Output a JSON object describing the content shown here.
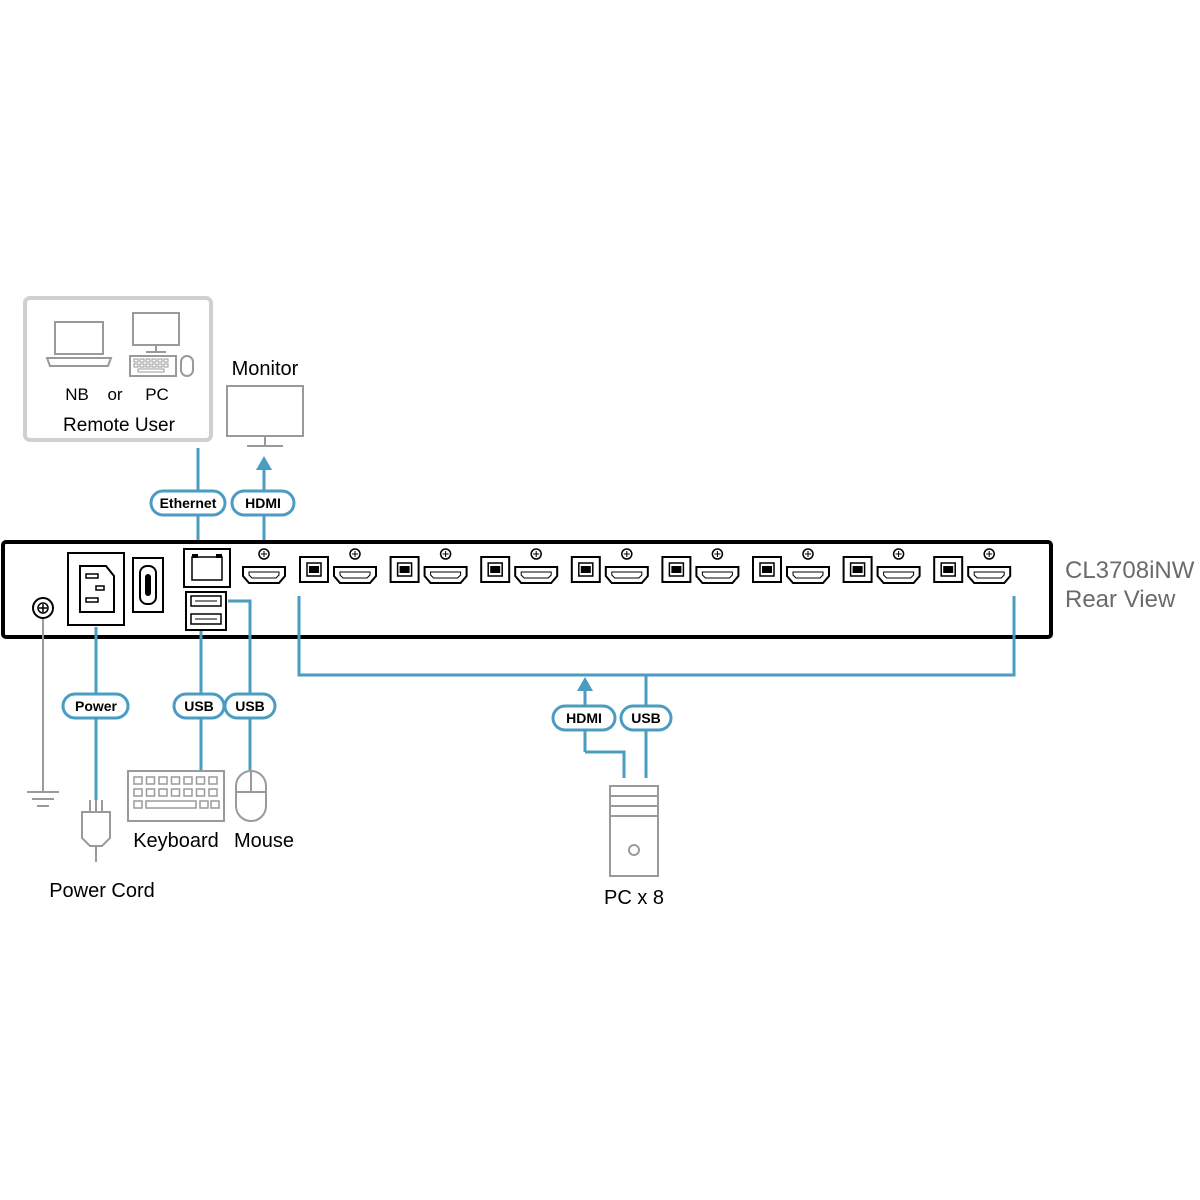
{
  "device": {
    "model": "CL3708iNW",
    "view": "Rear View"
  },
  "remote_user": {
    "nb_label": "NB",
    "or_label": "or",
    "pc_label": "PC",
    "title": "Remote User"
  },
  "peripherals": {
    "monitor": "Monitor",
    "keyboard": "Keyboard",
    "mouse": "Mouse",
    "power_cord": "Power Cord",
    "pc_group": "PC x 8"
  },
  "cables": {
    "ethernet": "Ethernet",
    "hdmi_monitor": "HDMI",
    "power": "Power",
    "usb_keyboard": "USB",
    "usb_mouse": "USB",
    "hdmi_pc": "HDMI",
    "usb_pc": "USB"
  },
  "colors": {
    "cable": "#4a9cc1",
    "device_outline": "#9a9a9a",
    "panel": "#000000",
    "side_label": "#6b6b6b"
  }
}
